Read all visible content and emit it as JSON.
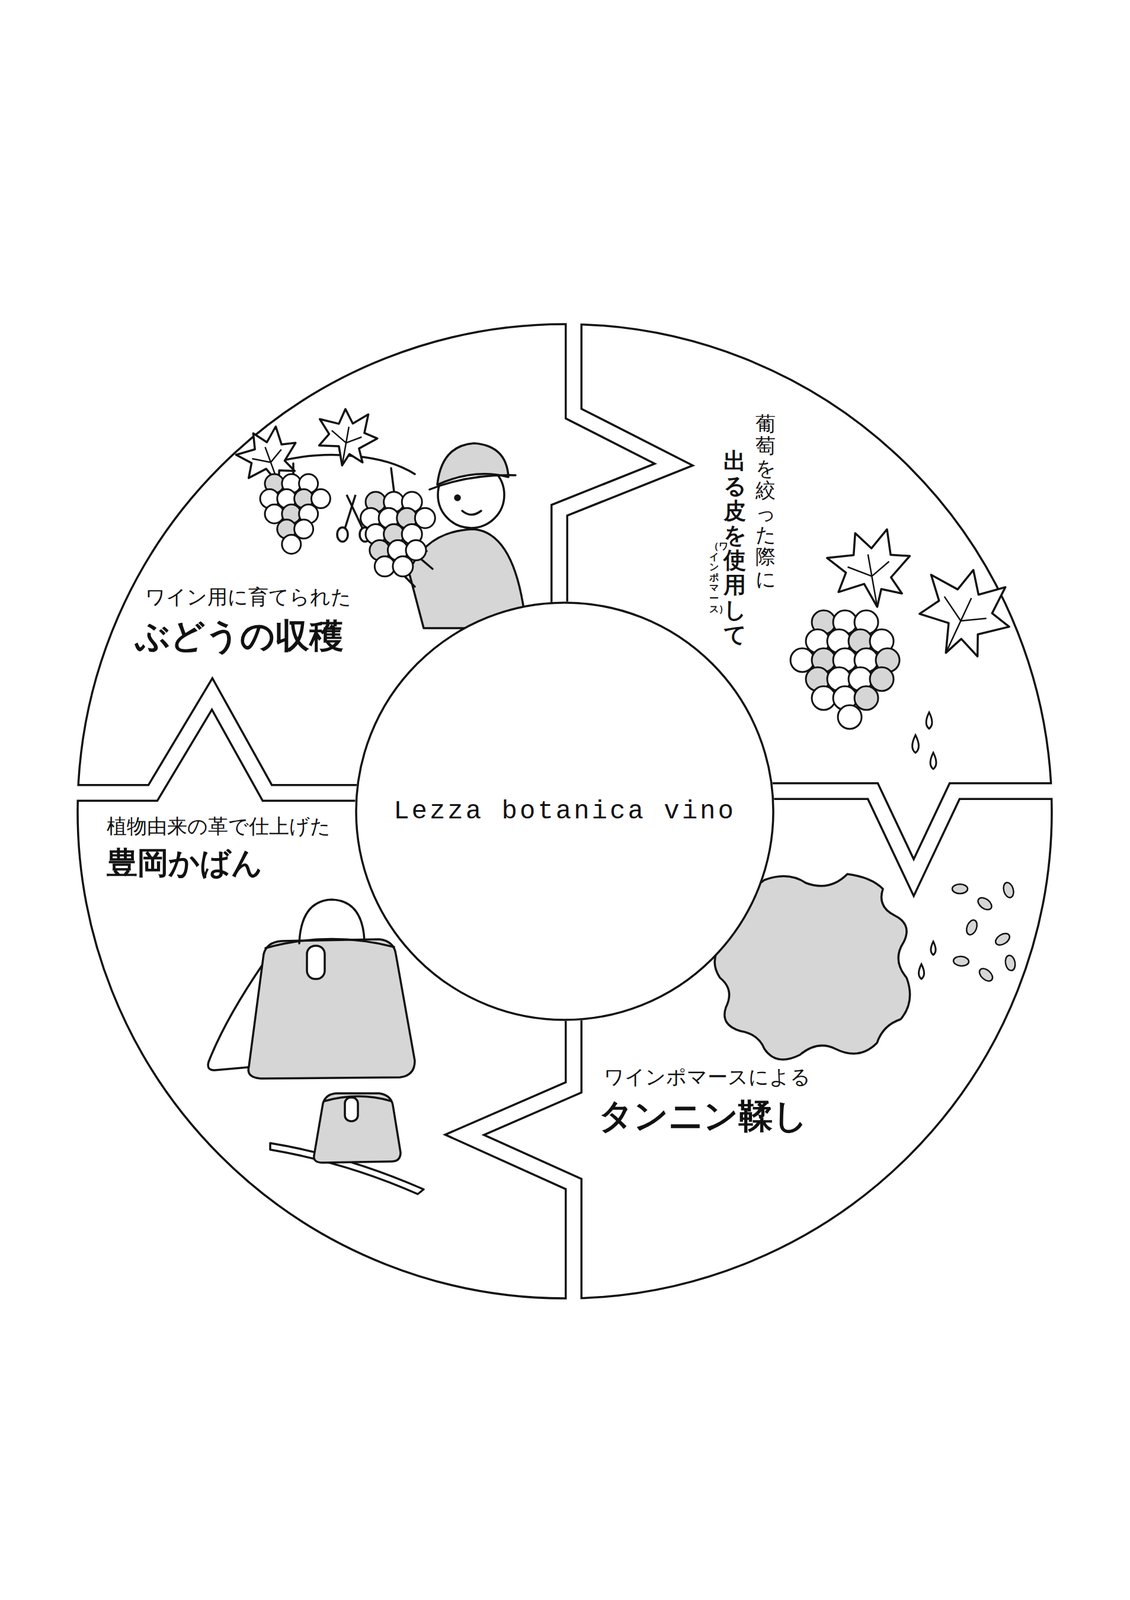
{
  "diagram": {
    "nodes": [
      {
        "text": [
          "Lezza botanica vino"
        ]
      },
      {
        "text": [
          "ワイン用に育てられた",
          "ぶどうの収穫"
        ]
      },
      {
        "text": [
          "葡萄を絞った際に",
          "出る皮を使用して",
          "（ワインポマース）"
        ]
      },
      {
        "text": [
          "ワインポマースによる",
          "タンニン鞣し"
        ]
      },
      {
        "text": [
          "植物由来の革で仕上げた",
          "豊岡かばん"
        ]
      }
    ]
  }
}
